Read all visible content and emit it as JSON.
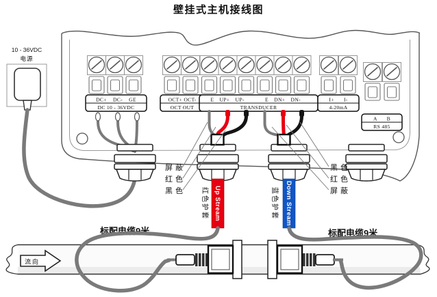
{
  "title": "壁挂式主机接线图",
  "power": {
    "voltage": "10 - 36VDC",
    "label": "电源"
  },
  "blocks": {
    "dc": {
      "row1": "DC+ DC- GE",
      "row2": "DC 10 - 36VDC"
    },
    "oct": {
      "row1": "OCT+ OCT-",
      "row2": "OCT OUT"
    },
    "transducer": {
      "up": "E UP+ UP-",
      "down": "E DN+ DN-",
      "row2": "TRANSDUCER"
    },
    "current": {
      "row1": "I+ I-",
      "row2": "4-20mA"
    },
    "rs485": {
      "row1": "A B",
      "row2": "RS 485"
    }
  },
  "wire_labels": {
    "left": [
      "屏蔽",
      "红色",
      "黑色"
    ],
    "right": [
      "黑色",
      "红色",
      "屏蔽"
    ]
  },
  "cables": {
    "up": {
      "sheath": "红色护套",
      "tag": "Up Stream",
      "color": "#e60012"
    },
    "down": {
      "sheath": "蓝色护套",
      "tag": "Down Stream",
      "color": "#1256c4"
    },
    "left_std": "标配电缆9米",
    "right_std": "标配电缆9米"
  },
  "pipe": {
    "flow": "流向"
  },
  "colors": {
    "wire_gray": "#7a7a7a",
    "wire_red": "#e60012",
    "wire_black": "#141414"
  }
}
